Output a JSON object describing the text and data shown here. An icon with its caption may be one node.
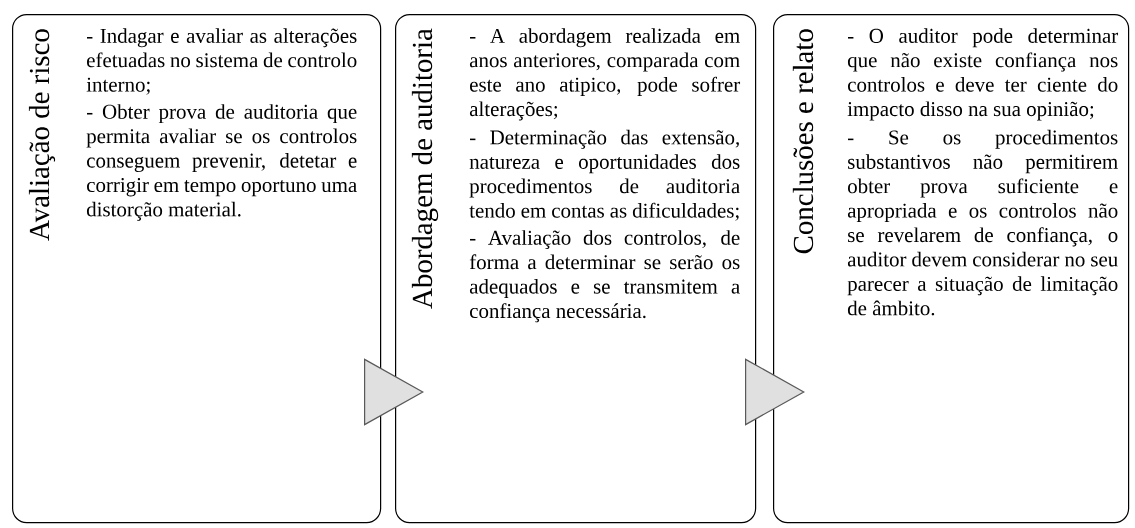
{
  "diagram": {
    "nodes": [
      {
        "text": [
          "Avaliação de risco",
          "- Indagar e avaliar as alterações efetuadas no sistema de controlo interno;",
          "- Obter prova de auditoria que permita avaliar se os controlos conseguem prevenir, detetar e corrigir em tempo oportuno uma distorção material."
        ]
      },
      {
        "text": [
          "Abordagem de auditoria",
          "- A abordagem realizada em anos anteriores, comparada com este ano atipico, pode sofrer alterações;",
          "- Determinação das extensão, natureza e oportunidades dos procedimentos de auditoria tendo em contas as dificuldades;",
          "- Avaliação dos controlos, de forma a determinar se serão os adequados e se transmitem a confiança necessária."
        ]
      },
      {
        "text": [
          "Conclusões e relato",
          "- O auditor pode determinar que não existe confiança nos controlos e deve ter ciente do impacto disso na sua opinião;",
          "- Se os procedimentos substantivos não permitirem obter prova suficiente e apropriada e os controlos não se revelarem de confiança, o auditor devem considerar no seu parecer a situação de limitação de âmbito."
        ]
      }
    ],
    "edges": [
      {
        "from": 0,
        "to": 1,
        "arrow": "to"
      },
      {
        "from": 1,
        "to": 2,
        "arrow": "to"
      }
    ]
  }
}
